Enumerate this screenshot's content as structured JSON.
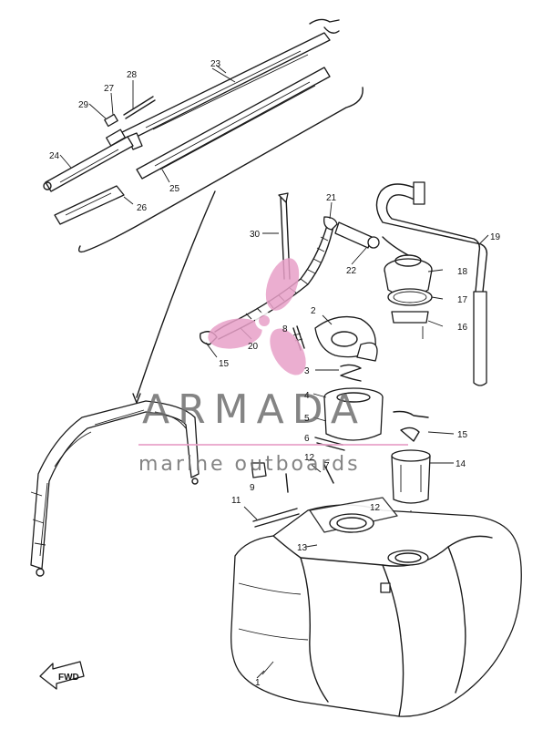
{
  "watermark": {
    "brand": "ARMADA",
    "tagline": "marine outboards",
    "accent_color": "#e8a0c8",
    "text_color": "#6f6f6f"
  },
  "direction_marker": "FWD",
  "callouts": [
    "23",
    "28",
    "27",
    "29",
    "24",
    "25",
    "26",
    "21",
    "30",
    "19",
    "22",
    "18",
    "17",
    "16",
    "2",
    "8",
    "20",
    "15",
    "3",
    "4",
    "5",
    "6",
    "12",
    "7",
    "9",
    "11",
    "14",
    "13",
    "1"
  ]
}
